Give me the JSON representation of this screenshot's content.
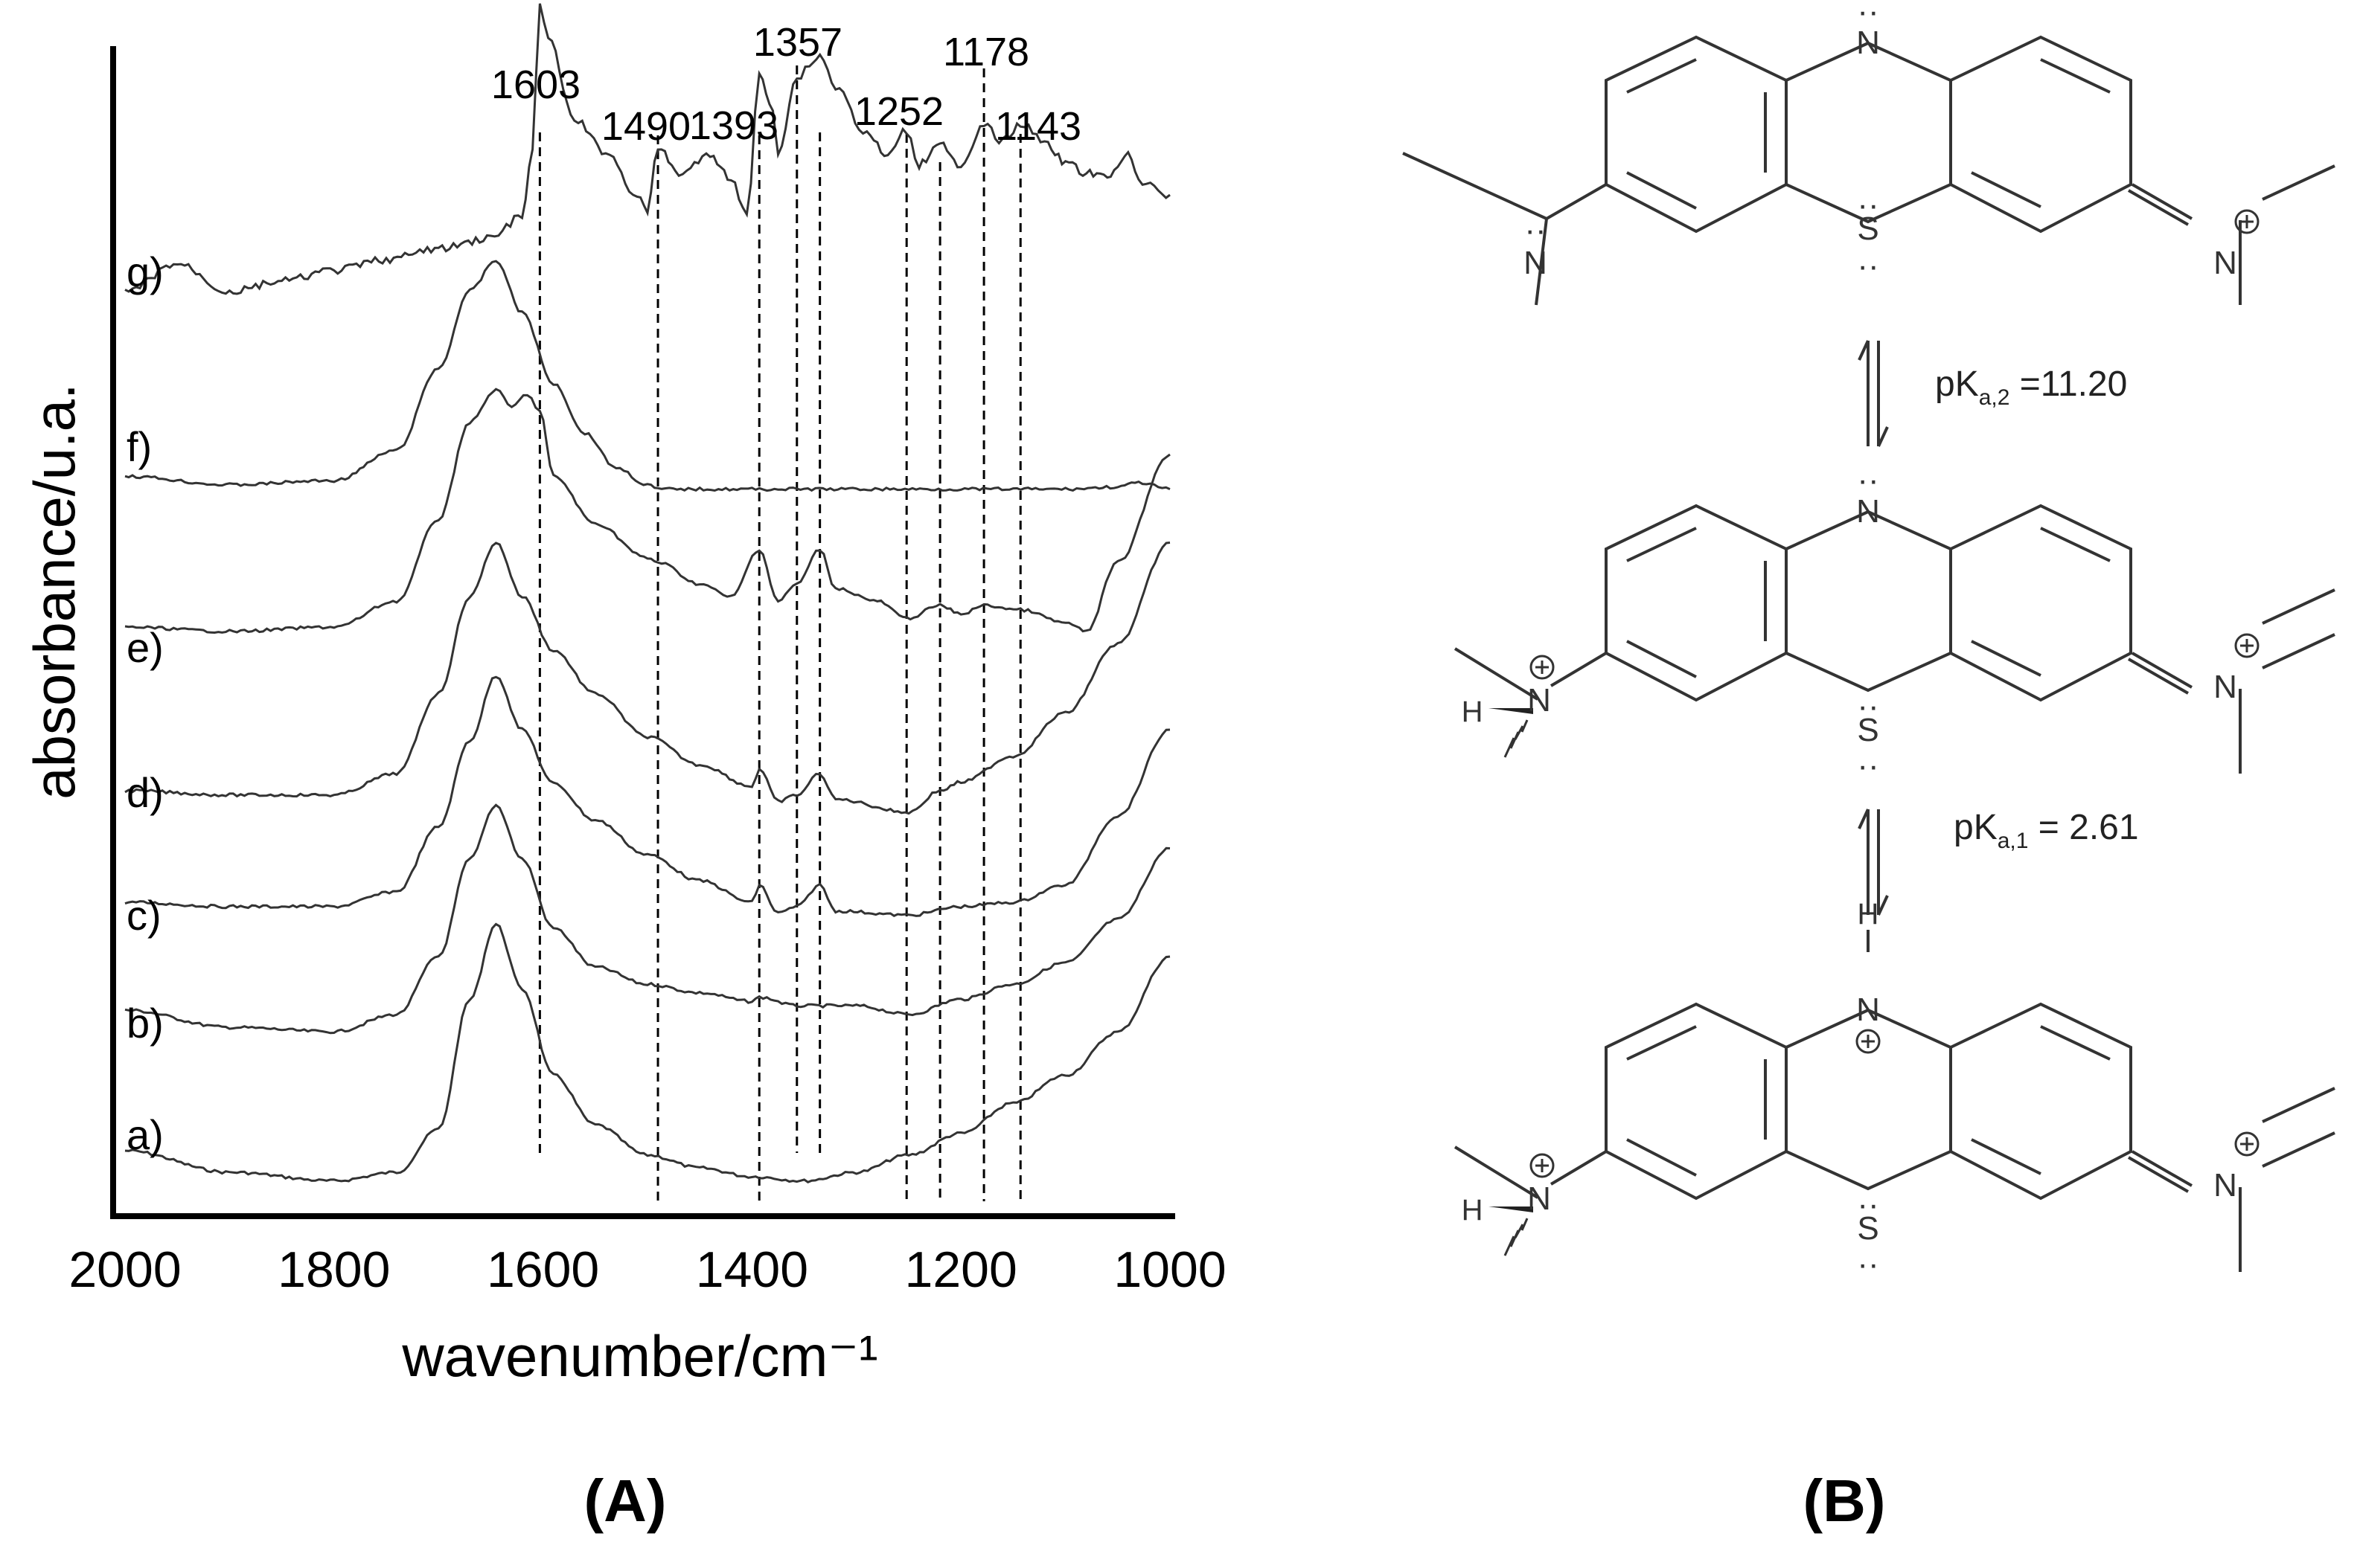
{
  "chart_data": {
    "type": "line",
    "xlabel": "wavenumber/cm⁻¹",
    "ylabel": "absorbance/u.a.",
    "xlim": [
      2000,
      1000
    ],
    "x_reversed": true,
    "x_ticks": [
      "2000",
      "1800",
      "1600",
      "1400",
      "1200",
      "1000"
    ],
    "y_ticks": false,
    "grid": false,
    "peak_lines": [
      {
        "x": 1603,
        "label": "1603"
      },
      {
        "x": 1490,
        "label": "1490"
      },
      {
        "x": 1393,
        "label": "1393"
      },
      {
        "x": 1357,
        "label": "1357"
      },
      {
        "x": 1335,
        "label": ""
      },
      {
        "x": 1252,
        "label": "1252"
      },
      {
        "x": 1220,
        "label": ""
      },
      {
        "x": 1178,
        "label": "1178"
      },
      {
        "x": 1143,
        "label": "1143"
      }
    ],
    "series": [
      {
        "name": "a)",
        "points": [
          [
            2000,
            0.2
          ],
          [
            1900,
            0.1
          ],
          [
            1800,
            0.06
          ],
          [
            1740,
            0.1
          ],
          [
            1700,
            0.3
          ],
          [
            1670,
            0.9
          ],
          [
            1645,
            1.25
          ],
          [
            1620,
            0.95
          ],
          [
            1590,
            0.55
          ],
          [
            1550,
            0.32
          ],
          [
            1500,
            0.18
          ],
          [
            1450,
            0.12
          ],
          [
            1400,
            0.08
          ],
          [
            1350,
            0.06
          ],
          [
            1300,
            0.1
          ],
          [
            1250,
            0.18
          ],
          [
            1200,
            0.28
          ],
          [
            1150,
            0.42
          ],
          [
            1100,
            0.55
          ],
          [
            1050,
            0.75
          ],
          [
            1000,
            1.1
          ]
        ]
      },
      {
        "name": "b)",
        "points": [
          [
            2000,
            0.3
          ],
          [
            1900,
            0.22
          ],
          [
            1800,
            0.2
          ],
          [
            1740,
            0.28
          ],
          [
            1700,
            0.55
          ],
          [
            1670,
            1.0
          ],
          [
            1645,
            1.25
          ],
          [
            1620,
            1.0
          ],
          [
            1590,
            0.68
          ],
          [
            1550,
            0.5
          ],
          [
            1500,
            0.42
          ],
          [
            1450,
            0.38
          ],
          [
            1400,
            0.34
          ],
          [
            1393,
            0.36
          ],
          [
            1357,
            0.32
          ],
          [
            1300,
            0.32
          ],
          [
            1250,
            0.28
          ],
          [
            1200,
            0.35
          ],
          [
            1150,
            0.42
          ],
          [
            1100,
            0.52
          ],
          [
            1050,
            0.72
          ],
          [
            1000,
            1.05
          ]
        ]
      },
      {
        "name": "c)",
        "points": [
          [
            2000,
            0.3
          ],
          [
            1900,
            0.28
          ],
          [
            1800,
            0.28
          ],
          [
            1740,
            0.35
          ],
          [
            1700,
            0.65
          ],
          [
            1670,
            1.05
          ],
          [
            1645,
            1.35
          ],
          [
            1620,
            1.1
          ],
          [
            1590,
            0.85
          ],
          [
            1550,
            0.68
          ],
          [
            1500,
            0.52
          ],
          [
            1450,
            0.4
          ],
          [
            1400,
            0.3
          ],
          [
            1393,
            0.38
          ],
          [
            1375,
            0.25
          ],
          [
            1357,
            0.28
          ],
          [
            1335,
            0.38
          ],
          [
            1320,
            0.26
          ],
          [
            1250,
            0.24
          ],
          [
            1200,
            0.28
          ],
          [
            1150,
            0.3
          ],
          [
            1100,
            0.38
          ],
          [
            1050,
            0.7
          ],
          [
            1000,
            1.1
          ]
        ]
      },
      {
        "name": "d)",
        "points": [
          [
            2000,
            0.3
          ],
          [
            1900,
            0.28
          ],
          [
            1800,
            0.28
          ],
          [
            1740,
            0.38
          ],
          [
            1700,
            0.75
          ],
          [
            1670,
            1.2
          ],
          [
            1645,
            1.45
          ],
          [
            1620,
            1.2
          ],
          [
            1590,
            0.95
          ],
          [
            1550,
            0.75
          ],
          [
            1500,
            0.55
          ],
          [
            1450,
            0.42
          ],
          [
            1400,
            0.32
          ],
          [
            1393,
            0.4
          ],
          [
            1375,
            0.25
          ],
          [
            1357,
            0.28
          ],
          [
            1335,
            0.38
          ],
          [
            1320,
            0.26
          ],
          [
            1250,
            0.2
          ],
          [
            1220,
            0.3
          ],
          [
            1200,
            0.34
          ],
          [
            1150,
            0.46
          ],
          [
            1100,
            0.66
          ],
          [
            1050,
            0.98
          ],
          [
            1000,
            1.45
          ]
        ]
      },
      {
        "name": "e)",
        "points": [
          [
            2000,
            0.3
          ],
          [
            1900,
            0.28
          ],
          [
            1800,
            0.3
          ],
          [
            1740,
            0.42
          ],
          [
            1700,
            0.8
          ],
          [
            1670,
            1.25
          ],
          [
            1645,
            1.4
          ],
          [
            1630,
            1.32
          ],
          [
            1615,
            1.38
          ],
          [
            1603,
            1.3
          ],
          [
            1590,
            1.0
          ],
          [
            1550,
            0.78
          ],
          [
            1500,
            0.62
          ],
          [
            1490,
            0.6
          ],
          [
            1450,
            0.5
          ],
          [
            1420,
            0.44
          ],
          [
            1393,
            0.66
          ],
          [
            1375,
            0.42
          ],
          [
            1357,
            0.5
          ],
          [
            1335,
            0.66
          ],
          [
            1320,
            0.48
          ],
          [
            1280,
            0.42
          ],
          [
            1252,
            0.34
          ],
          [
            1220,
            0.4
          ],
          [
            1200,
            0.36
          ],
          [
            1178,
            0.4
          ],
          [
            1143,
            0.38
          ],
          [
            1100,
            0.32
          ],
          [
            1080,
            0.28
          ],
          [
            1050,
            0.6
          ],
          [
            1000,
            1.1
          ]
        ]
      },
      {
        "name": "f)",
        "points": [
          [
            2000,
            0.12
          ],
          [
            1900,
            0.08
          ],
          [
            1800,
            0.1
          ],
          [
            1740,
            0.24
          ],
          [
            1700,
            0.62
          ],
          [
            1670,
            0.98
          ],
          [
            1645,
            1.12
          ],
          [
            1620,
            0.88
          ],
          [
            1590,
            0.55
          ],
          [
            1560,
            0.32
          ],
          [
            1530,
            0.16
          ],
          [
            1500,
            0.08
          ],
          [
            1490,
            0.06
          ],
          [
            1450,
            0.06
          ],
          [
            1400,
            0.06
          ],
          [
            1300,
            0.06
          ],
          [
            1200,
            0.06
          ],
          [
            1100,
            0.06
          ],
          [
            1050,
            0.07
          ],
          [
            1030,
            0.09
          ],
          [
            1000,
            0.06
          ]
        ]
      },
      {
        "name": "g)",
        "points": [
          [
            2000,
            0.25
          ],
          [
            1950,
            0.38
          ],
          [
            1900,
            0.25
          ],
          [
            1850,
            0.3
          ],
          [
            1800,
            0.35
          ],
          [
            1750,
            0.4
          ],
          [
            1700,
            0.45
          ],
          [
            1650,
            0.5
          ],
          [
            1620,
            0.6
          ],
          [
            1610,
            0.9
          ],
          [
            1603,
            1.6
          ],
          [
            1595,
            1.42
          ],
          [
            1570,
            1.05
          ],
          [
            1540,
            0.9
          ],
          [
            1510,
            0.7
          ],
          [
            1500,
            0.62
          ],
          [
            1490,
            0.92
          ],
          [
            1470,
            0.8
          ],
          [
            1440,
            0.88
          ],
          [
            1420,
            0.78
          ],
          [
            1405,
            0.6
          ],
          [
            1393,
            1.25
          ],
          [
            1380,
            1.1
          ],
          [
            1375,
            0.9
          ],
          [
            1357,
            1.24
          ],
          [
            1345,
            1.3
          ],
          [
            1335,
            1.35
          ],
          [
            1320,
            1.2
          ],
          [
            1290,
            0.98
          ],
          [
            1270,
            0.88
          ],
          [
            1252,
            1.0
          ],
          [
            1240,
            0.84
          ],
          [
            1220,
            0.95
          ],
          [
            1200,
            0.82
          ],
          [
            1178,
            1.02
          ],
          [
            1160,
            0.95
          ],
          [
            1143,
            1.03
          ],
          [
            1120,
            0.95
          ],
          [
            1100,
            0.85
          ],
          [
            1080,
            0.8
          ],
          [
            1060,
            0.78
          ],
          [
            1040,
            0.9
          ],
          [
            1030,
            0.76
          ],
          [
            1000,
            0.7
          ]
        ]
      }
    ]
  },
  "panels": {
    "a_label": "(A)",
    "b_label": "(B)"
  },
  "scheme": {
    "n_atom": "N",
    "s_atom": "S",
    "h_atom": "H",
    "pka2_p": "pK",
    "pka2_sub": "a,2",
    "pka2_val": " =11.20",
    "pka1_p": "pK",
    "pka1_sub": "a,1",
    "pka1_val": " = 2.61"
  }
}
